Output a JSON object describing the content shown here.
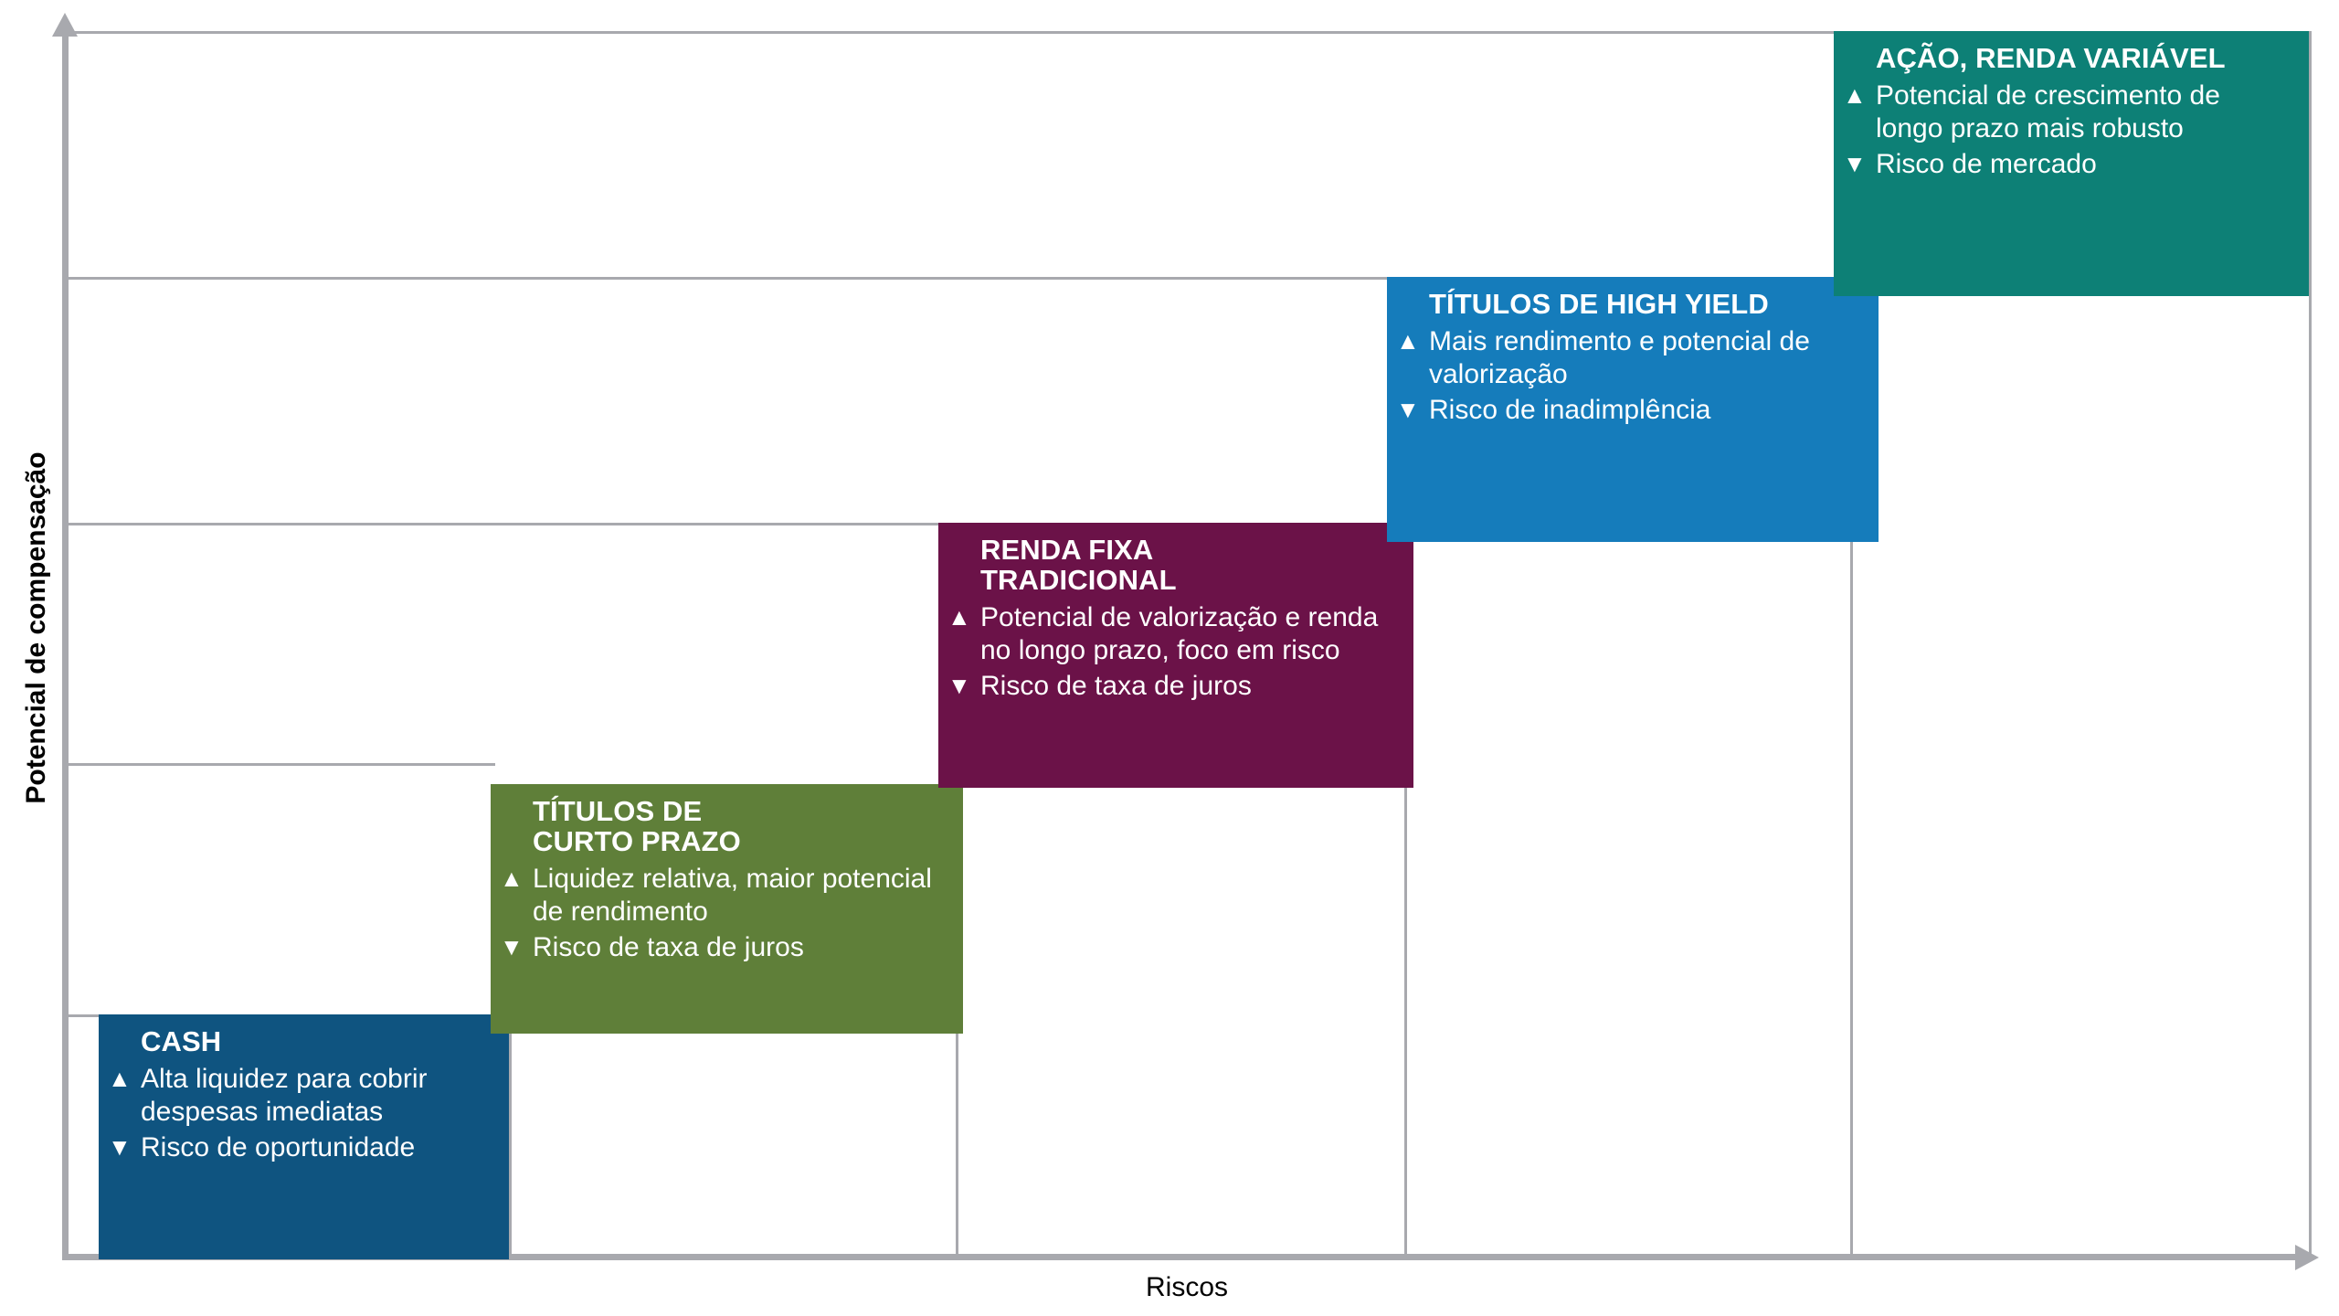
{
  "chart_data": {
    "type": "bar",
    "title": "",
    "xlabel": "Riscos",
    "ylabel": "Potencial de compensação",
    "grid": true,
    "legend_position": "none",
    "axis_arrows": true,
    "description": "Escada de risco versus potencial de compensação com cinco classes de ativos em degraus ascendentes",
    "categories": [
      "CASH",
      "TÍTULOS DE CURTO PRAZO",
      "RENDA FIXA TRADICIONAL",
      "TÍTULOS DE HIGH YIELD",
      "AÇÃO, RENDA VARIÁVEL"
    ],
    "values": [
      1,
      2,
      3,
      4,
      5
    ],
    "xlim": [
      0,
      5
    ],
    "ylim": [
      0,
      5
    ]
  },
  "axes": {
    "y_label": "Potencial de compensação",
    "x_label": "Riscos"
  },
  "glyphs": {
    "up": "▲",
    "down": "▼"
  },
  "colors": {
    "cash": "#0F5480",
    "short_term": "#5F7F39",
    "fixed_income": "#6B1248",
    "high_yield": "#157CBB",
    "equity": "#0D8076",
    "grid": "#a8a9ae",
    "text": "#000000",
    "box_text": "#ffffff"
  },
  "boxes": [
    {
      "key": "cash",
      "title": "CASH",
      "pro": "Alta liquidez para cobrir despesas imediatas",
      "con": "Risco de oportunidade"
    },
    {
      "key": "short_term",
      "title_line1": "TÍTULOS DE",
      "title_line2": "CURTO PRAZO",
      "pro": "Liquidez relativa, maior potencial de rendimento",
      "con": "Risco de taxa de juros"
    },
    {
      "key": "fixed_income",
      "title_line1": "RENDA FIXA",
      "title_line2": "TRADICIONAL",
      "pro": "Potencial de valorização e renda no longo prazo, foco em risco",
      "con": "Risco de taxa de juros"
    },
    {
      "key": "high_yield",
      "title": "TÍTULOS DE HIGH YIELD",
      "pro": "Mais rendimento e potencial de valorização",
      "con": "Risco de inadimplência"
    },
    {
      "key": "equity",
      "title": "AÇÃO, RENDA VARIÁVEL",
      "pro": "Potencial de crescimento de longo prazo mais robusto",
      "con": "Risco de mercado"
    }
  ]
}
